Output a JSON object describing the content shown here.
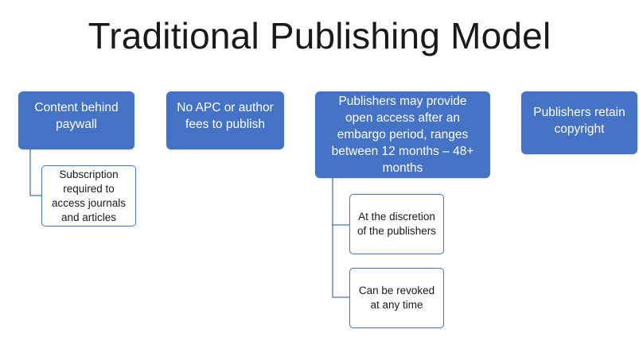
{
  "title": "Traditional Publishing Model",
  "main_boxes": [
    {
      "label": "Content behind paywall"
    },
    {
      "label": "No APC or author fees to publish"
    },
    {
      "label": "Publishers may provide open access after an embargo period, ranges between 12 months – 48+ months"
    },
    {
      "label": "Publishers retain copyright"
    }
  ],
  "sub_boxes": [
    {
      "label": "Subscription required to access journals and articles"
    },
    {
      "label": "At the discretion of the publishers"
    },
    {
      "label": "Can be revoked at any time"
    }
  ],
  "colors": {
    "accent": "#4472c4",
    "connector": "#4472c4",
    "text_dark": "#1a1a1a"
  }
}
